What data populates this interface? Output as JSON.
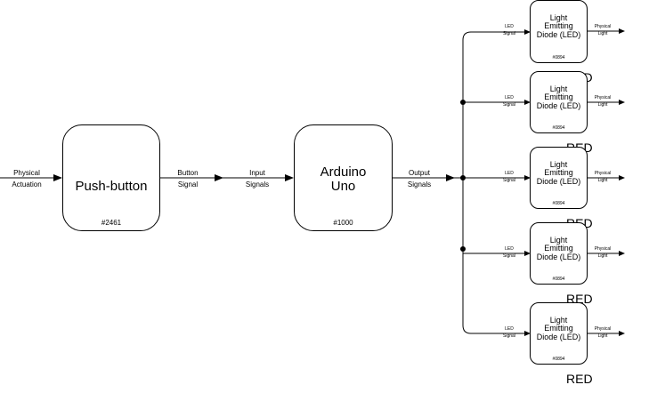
{
  "diagram": {
    "physical_actuation": [
      "Physical",
      "Actuation"
    ],
    "pushbutton": {
      "title": "Push-button",
      "part": "#2461"
    },
    "button_signal": [
      "Button",
      "Signal"
    ],
    "input_signals": [
      "Input",
      "Signals"
    ],
    "arduino": {
      "title_line1": "Arduino",
      "title_line2": "Uno",
      "part": "#1000"
    },
    "output_signals": [
      "Output",
      "Signals"
    ],
    "led_signal": [
      "LED",
      "Signal"
    ],
    "physical_light": [
      "Physical",
      "Light"
    ],
    "leds": [
      {
        "title": [
          "Light",
          "Emitting",
          "Diode (LED)"
        ],
        "part": "#0894",
        "color": "RED"
      },
      {
        "title": [
          "Light",
          "Emitting",
          "Diode (LED)"
        ],
        "part": "#0894",
        "color": "RED"
      },
      {
        "title": [
          "Light",
          "Emitting",
          "Diode (LED)"
        ],
        "part": "#0894",
        "color": "RED"
      },
      {
        "title": [
          "Light",
          "Emitting",
          "Diode (LED)"
        ],
        "part": "#0894",
        "color": "RED"
      },
      {
        "title": [
          "Light",
          "Emitting",
          "Diode (LED)"
        ],
        "part": "#0894",
        "color": "RED"
      }
    ]
  }
}
